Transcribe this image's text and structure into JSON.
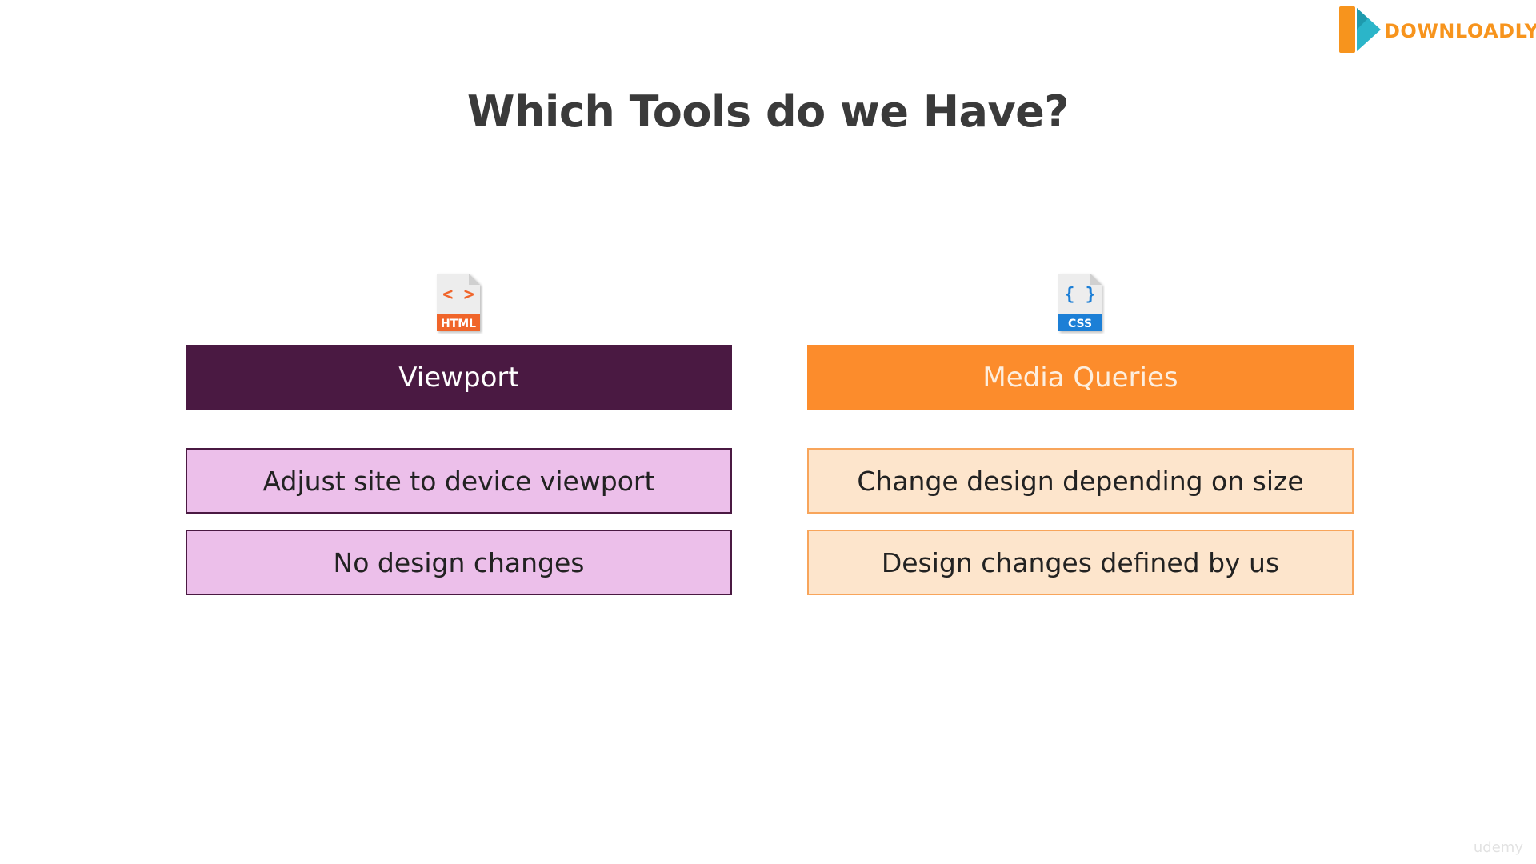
{
  "logo": {
    "text": "DOWNLOADLY.IR",
    "icon": "play-icon",
    "color": "#f7941d",
    "accent": "#2bb5c9"
  },
  "slide": {
    "title": "Which Tools do we Have?"
  },
  "columns": [
    {
      "icon": "html-file-icon",
      "icon_label": "HTML",
      "icon_glyph": "< >",
      "header": "Viewport",
      "header_color": "#4a1942",
      "items": [
        "Adjust site to device viewport",
        "No design changes"
      ],
      "item_bg": "#ecbfea"
    },
    {
      "icon": "css-file-icon",
      "icon_label": "CSS",
      "icon_glyph": "{ }",
      "header": "Media Queries",
      "header_color": "#fc8c2c",
      "items": [
        "Change design depending on size",
        "Design changes defined by us"
      ],
      "item_bg": "#fde5cc"
    }
  ],
  "watermark": "udemy"
}
